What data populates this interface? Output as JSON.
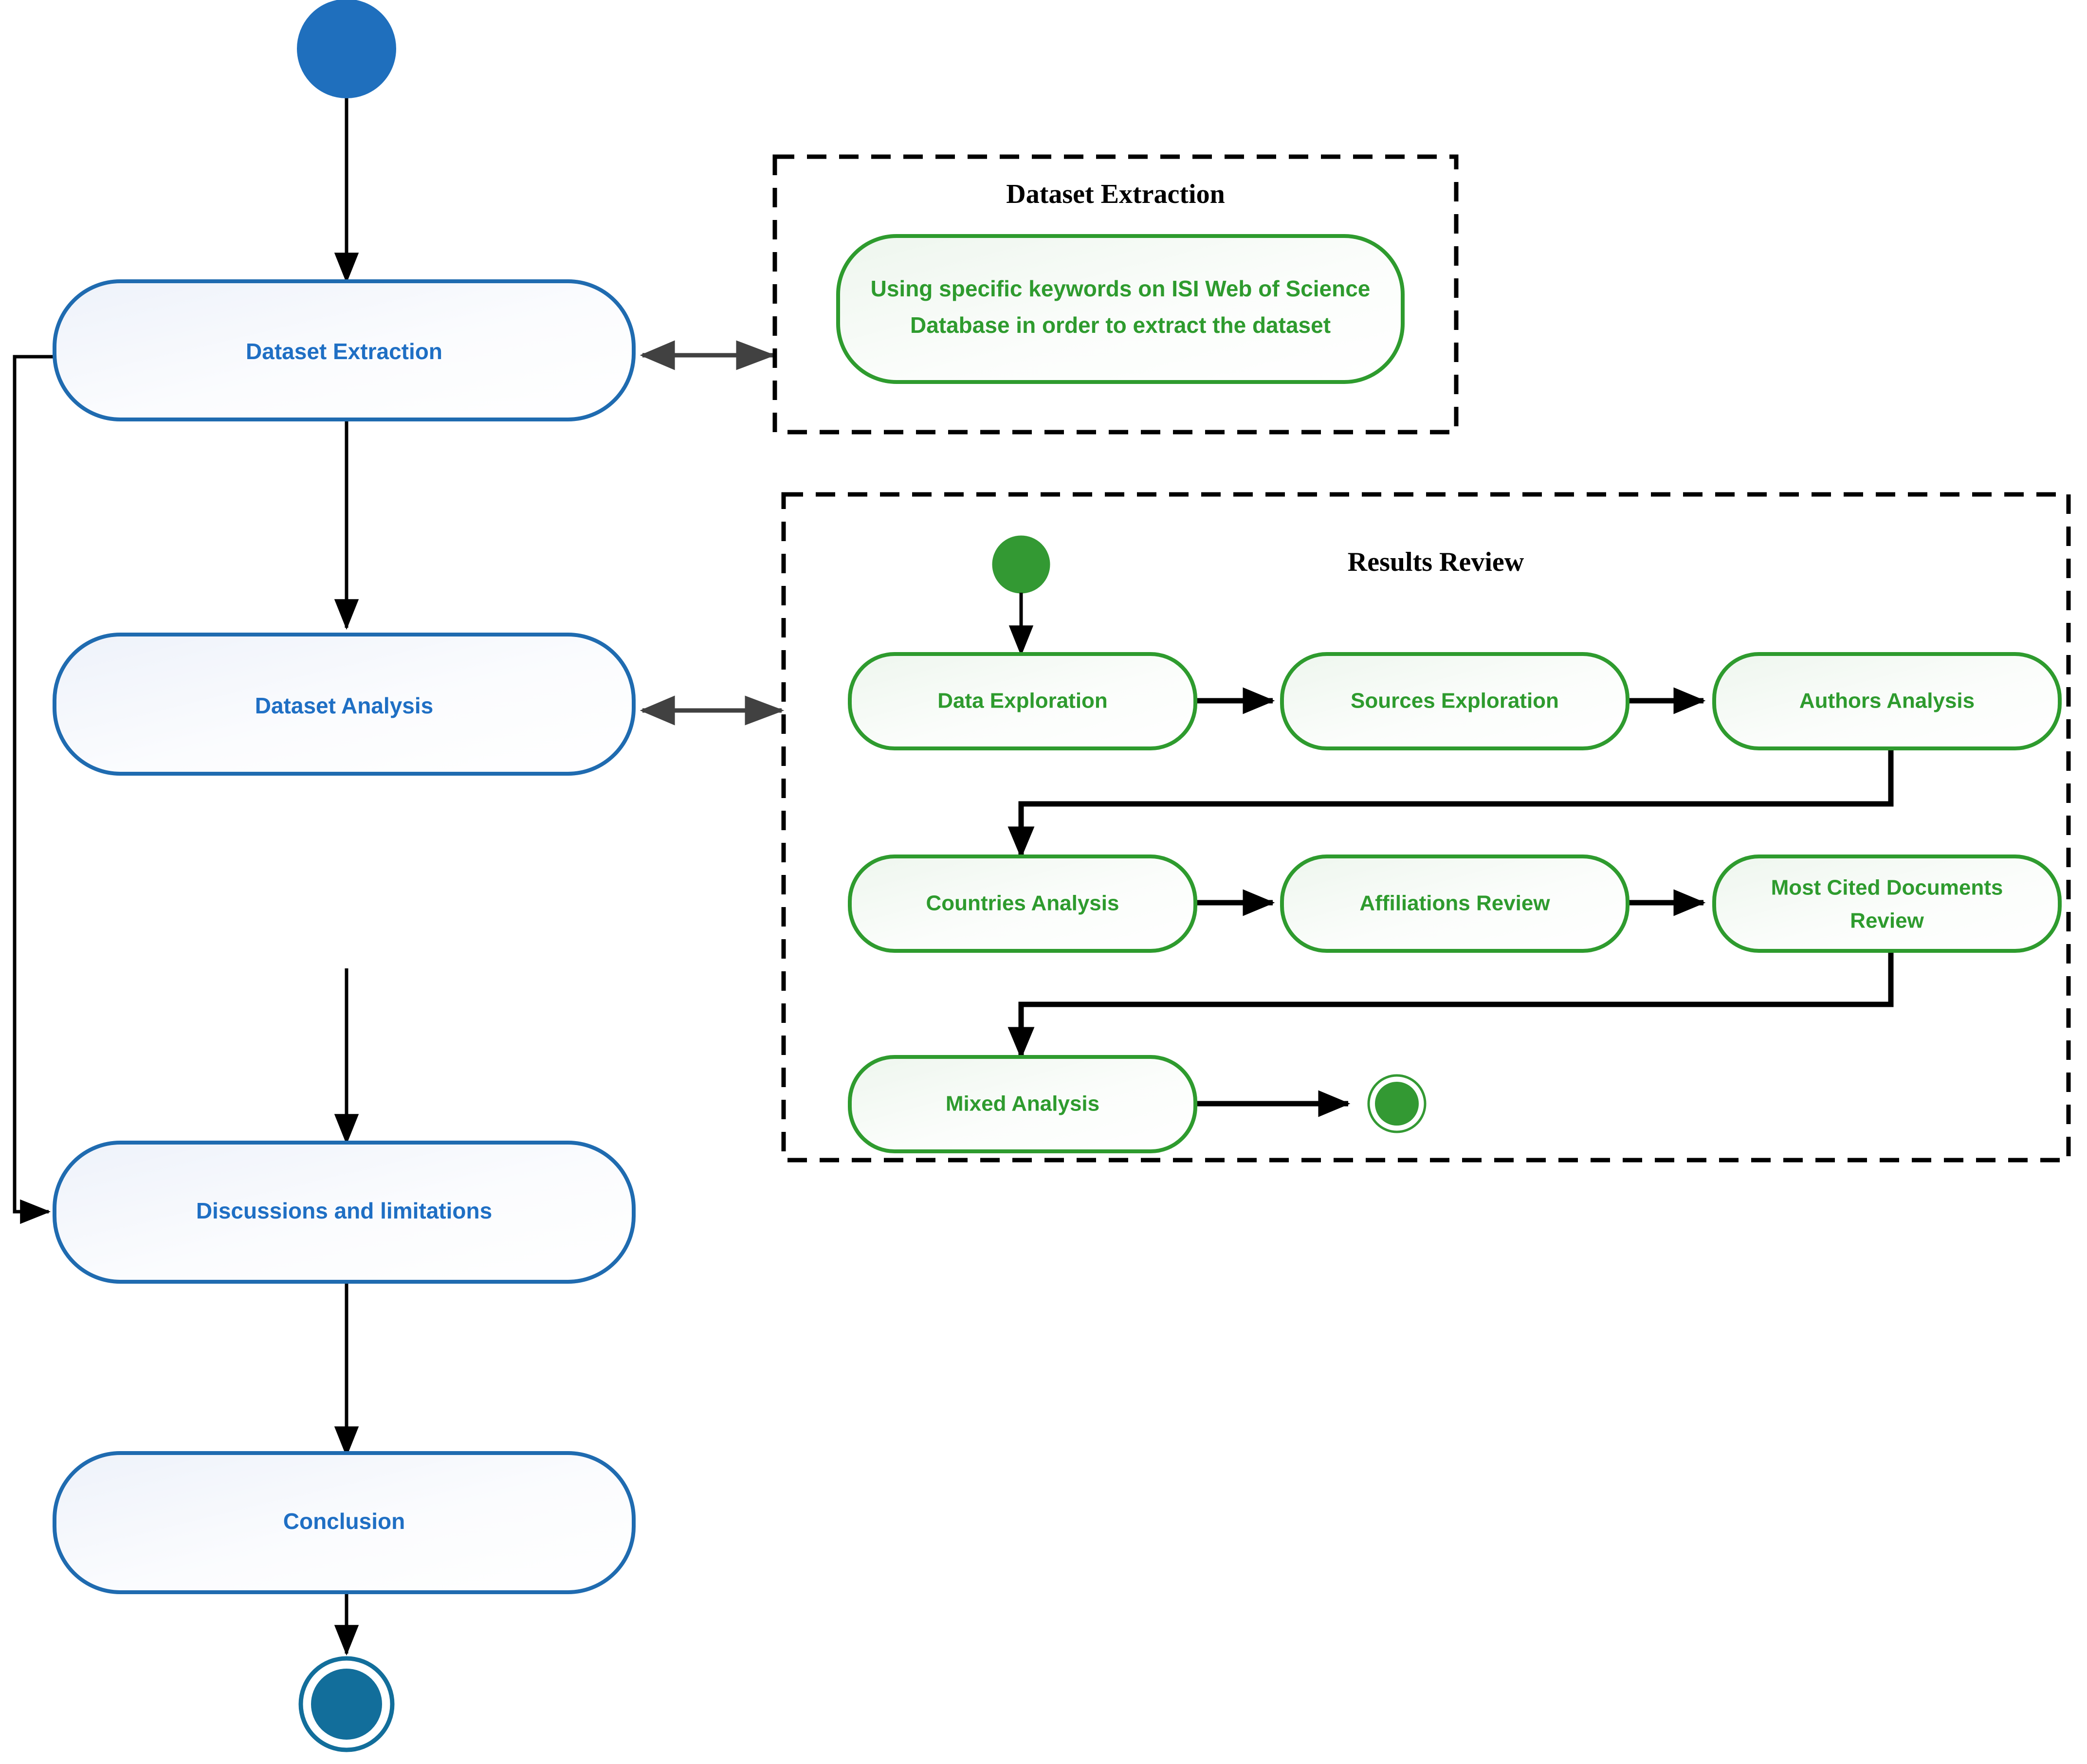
{
  "diagram": {
    "type": "uml-activity-diagram",
    "title": "",
    "colors": {
      "blue_border": "#1F6BB0",
      "blue_text": "#1F6FC4",
      "blue_start_node": "#1F6FBD",
      "blue_end_node": "#126E9B",
      "green_border": "#2E9B2E",
      "green_text": "#2E9B2E",
      "green_node_fill": "#339933",
      "arrow_black": "#000000",
      "arrow_gray": "#414141",
      "frame_border": "#000000"
    }
  },
  "main_flow": {
    "start_node": "start-node",
    "activities": [
      {
        "id": "dataset-extraction",
        "label": "Dataset Extraction"
      },
      {
        "id": "dataset-analysis",
        "label": "Dataset Analysis"
      },
      {
        "id": "discussions-and-limitations",
        "label": "Discussions and limitations"
      },
      {
        "id": "conclusion",
        "label": "Conclusion"
      }
    ],
    "end_node": "end-node"
  },
  "frames": [
    {
      "id": "dataset-extraction-frame",
      "title": "Dataset Extraction",
      "notes": [
        {
          "id": "keywords-note",
          "line1": "Using specific keywords on ISI Web of Science",
          "line2": "Database in order to extract the dataset"
        }
      ]
    },
    {
      "id": "results-review-frame",
      "title": "Results Review",
      "activities": [
        {
          "id": "data-exploration",
          "label": "Data Exploration"
        },
        {
          "id": "sources-exploration",
          "label": "Sources Exploration"
        },
        {
          "id": "authors-analysis",
          "label": "Authors Analysis"
        },
        {
          "id": "countries-analysis",
          "label": "Countries Analysis"
        },
        {
          "id": "affiliations-review",
          "label": "Affiliations Review"
        },
        {
          "id": "most-cited-documents-review-line1",
          "label": "Most Cited Documents"
        },
        {
          "id": "most-cited-documents-review-line2",
          "label": "Review"
        },
        {
          "id": "mixed-analysis",
          "label": "Mixed Analysis"
        }
      ]
    }
  ]
}
